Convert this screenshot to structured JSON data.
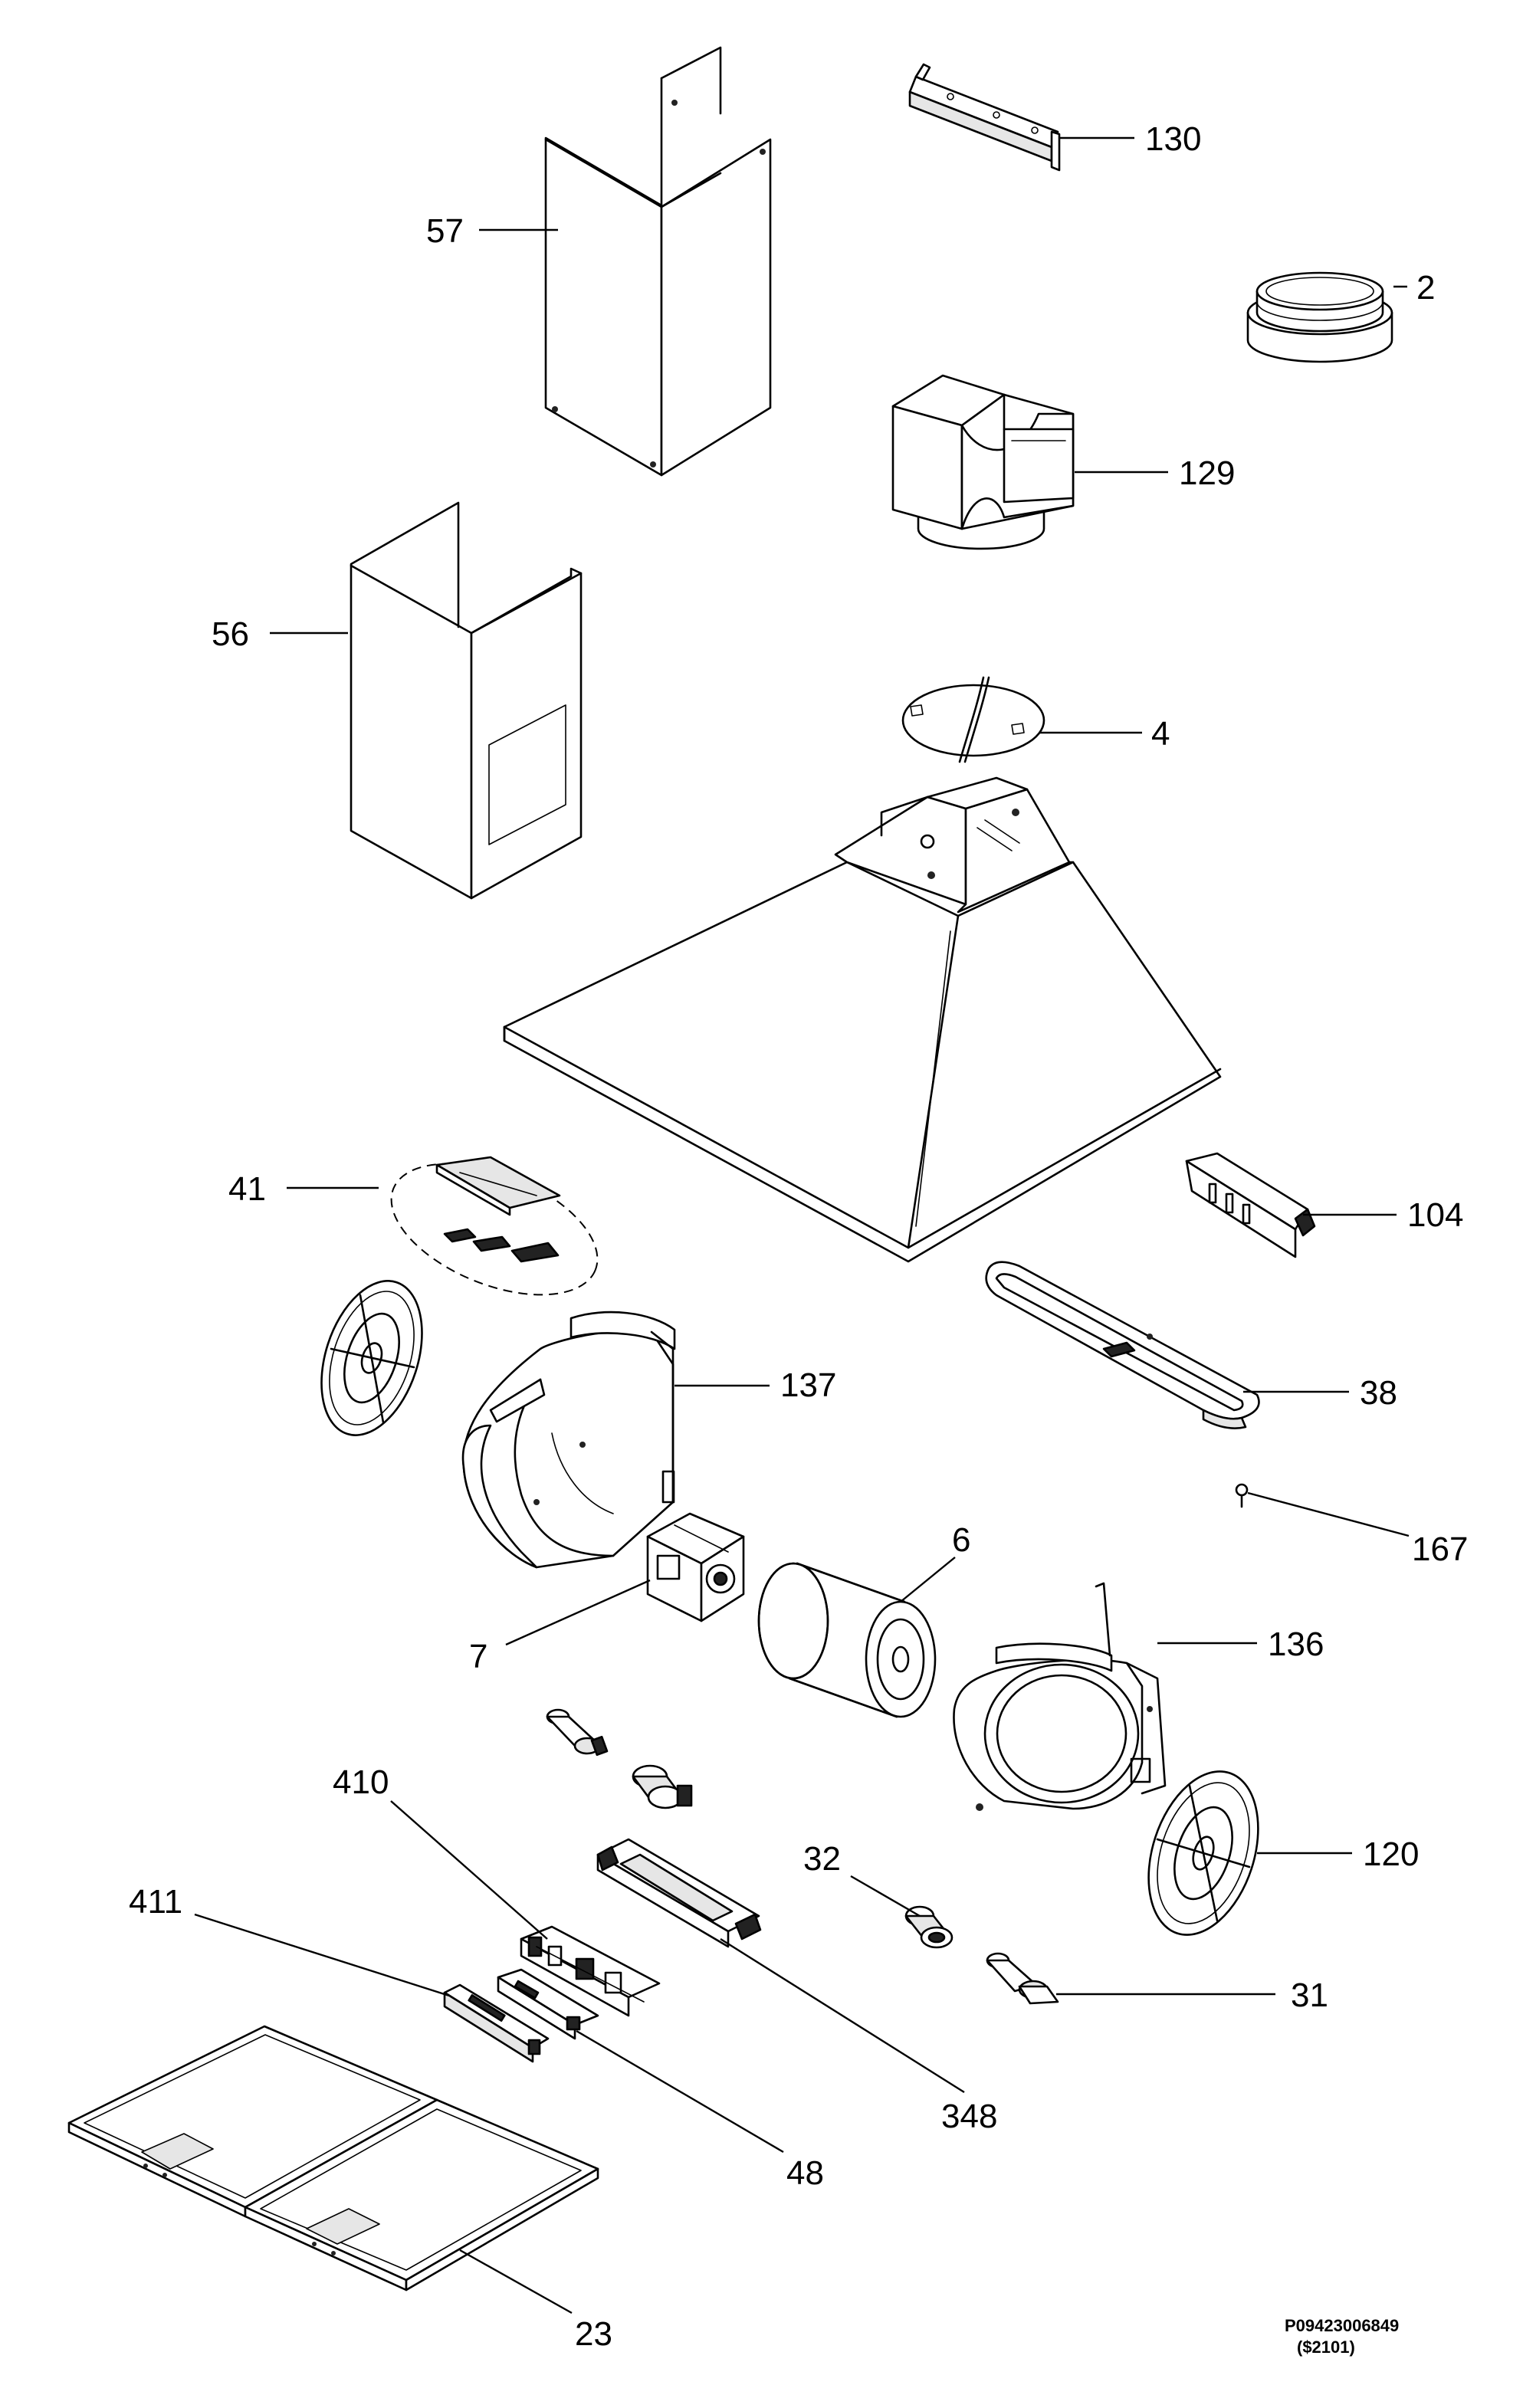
{
  "diagram": {
    "drawing_number": "P09423006849",
    "revision_code": "($2101)",
    "callouts": [
      {
        "id": "c130",
        "label": "130"
      },
      {
        "id": "c2",
        "label": "2"
      },
      {
        "id": "c57",
        "label": "57"
      },
      {
        "id": "c129",
        "label": "129"
      },
      {
        "id": "c56",
        "label": "56"
      },
      {
        "id": "c4",
        "label": "4"
      },
      {
        "id": "c41",
        "label": "41"
      },
      {
        "id": "c104",
        "label": "104"
      },
      {
        "id": "c137",
        "label": "137"
      },
      {
        "id": "c38",
        "label": "38"
      },
      {
        "id": "c167",
        "label": "167"
      },
      {
        "id": "c6",
        "label": "6"
      },
      {
        "id": "c7",
        "label": "7"
      },
      {
        "id": "c136",
        "label": "136"
      },
      {
        "id": "c410",
        "label": "410"
      },
      {
        "id": "c120",
        "label": "120"
      },
      {
        "id": "c32",
        "label": "32"
      },
      {
        "id": "c411",
        "label": "411"
      },
      {
        "id": "c31",
        "label": "31"
      },
      {
        "id": "c348",
        "label": "348"
      },
      {
        "id": "c48",
        "label": "48"
      },
      {
        "id": "c23",
        "label": "23"
      }
    ]
  }
}
